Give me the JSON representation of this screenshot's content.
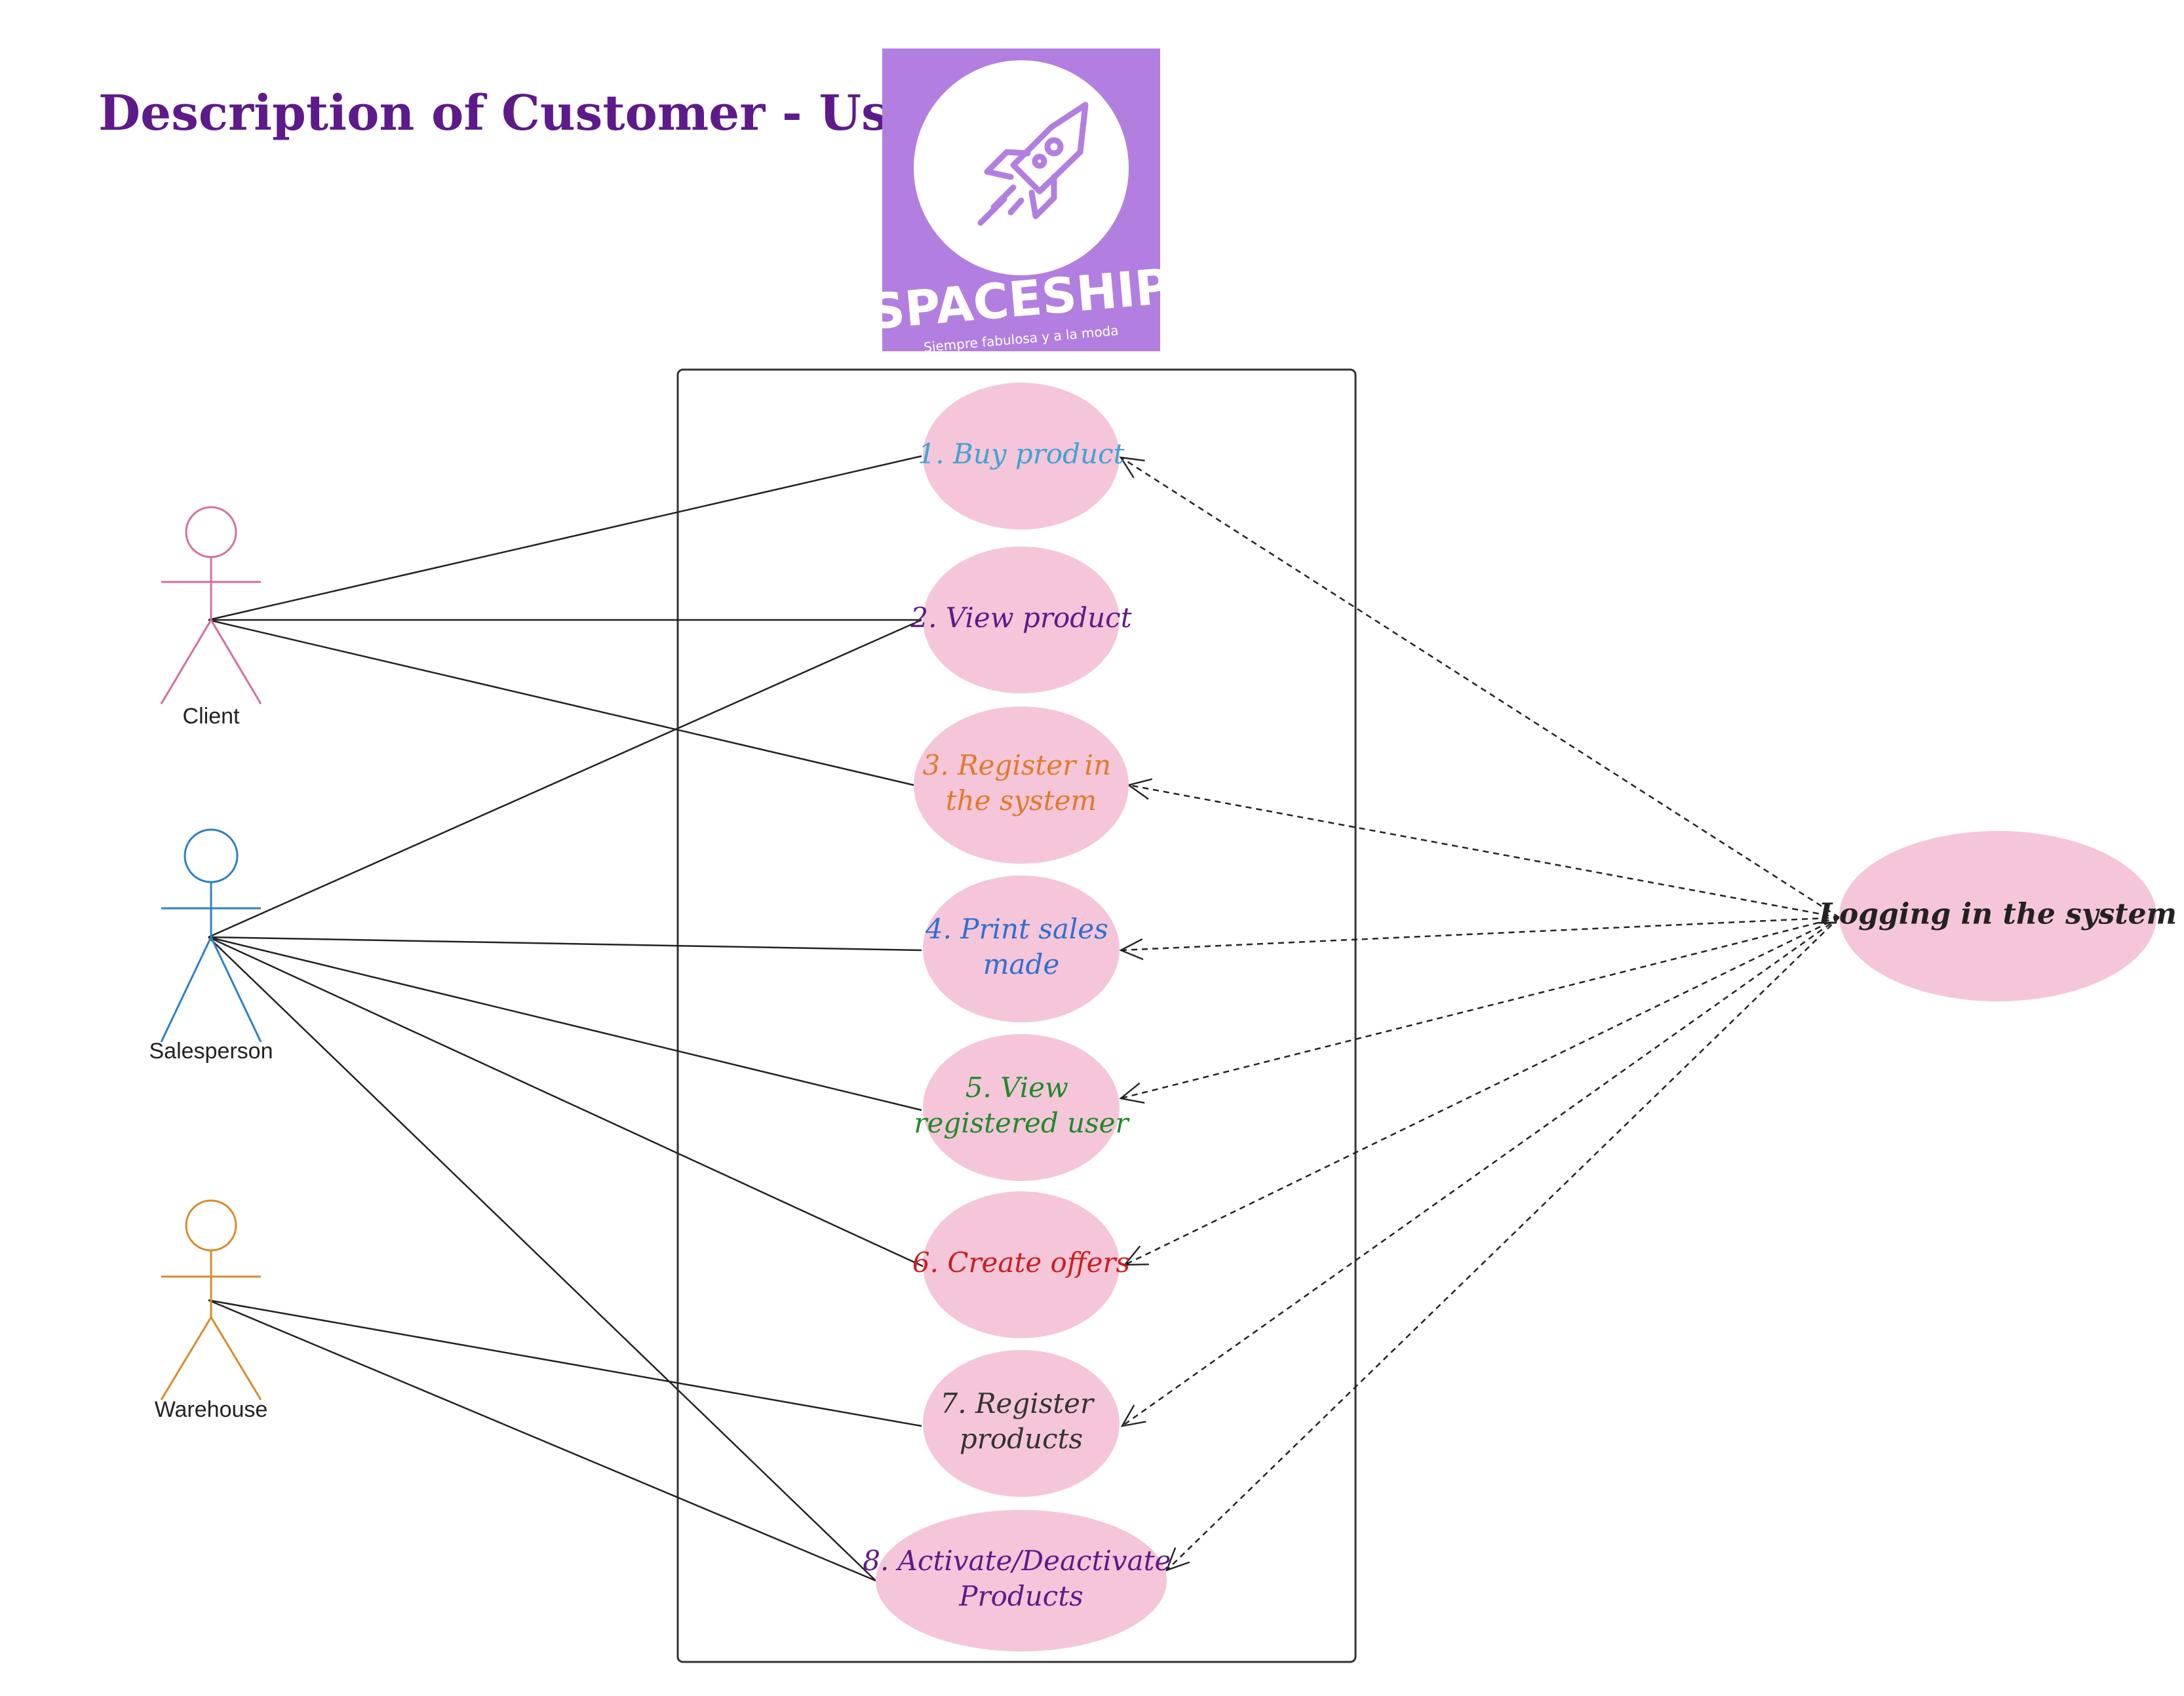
{
  "title": "Description of Customer - User",
  "logo": {
    "wordmark": "SPACESHIP",
    "tagline": "Siempre fabulosa y a la moda",
    "background": "#b27fe0"
  },
  "actors": [
    {
      "id": "client",
      "label": "Client",
      "color": "#d46ea0"
    },
    {
      "id": "salesperson",
      "label": "Salesperson",
      "color": "#2f7fc6"
    },
    {
      "id": "warehouse",
      "label": "Warehouse",
      "color": "#d98a2a"
    }
  ],
  "use_cases": [
    {
      "id": "uc1",
      "lines": [
        "1. Buy product"
      ],
      "color": "#3fa3d4",
      "italic": false
    },
    {
      "id": "uc2",
      "lines": [
        "2. View product"
      ],
      "color": "#5e1a8a",
      "italic": true
    },
    {
      "id": "uc3",
      "lines": [
        "3. Register in",
        "the system"
      ],
      "color": "#e07b2a",
      "italic": false
    },
    {
      "id": "uc4",
      "lines": [
        "4. Print sales",
        "made"
      ],
      "color": "#2f6fd1",
      "italic": true
    },
    {
      "id": "uc5",
      "lines": [
        "5. View",
        "registered user"
      ],
      "color": "#1f8a2a",
      "italic": true
    },
    {
      "id": "uc6",
      "lines": [
        "6. Create offers"
      ],
      "color": "#cc1d1d",
      "italic": true
    },
    {
      "id": "uc7",
      "lines": [
        "7. Register",
        "products"
      ],
      "color": "#333333",
      "italic": true
    },
    {
      "id": "uc8",
      "lines": [
        "8. Activate/Deactivate",
        "Products"
      ],
      "color": "#5e1a8a",
      "italic": true
    }
  ],
  "external_use_case": {
    "id": "login",
    "label": "Logging in the system",
    "color": "#222222"
  },
  "associations": [
    [
      "client",
      "uc1"
    ],
    [
      "client",
      "uc2"
    ],
    [
      "client",
      "uc3"
    ],
    [
      "salesperson",
      "uc2"
    ],
    [
      "salesperson",
      "uc4"
    ],
    [
      "salesperson",
      "uc5"
    ],
    [
      "salesperson",
      "uc6"
    ],
    [
      "salesperson",
      "uc8"
    ],
    [
      "warehouse",
      "uc7"
    ],
    [
      "warehouse",
      "uc8"
    ]
  ],
  "dependencies": [
    "uc1",
    "uc3",
    "uc4",
    "uc5",
    "uc6",
    "uc7",
    "uc8"
  ],
  "colors": {
    "ellipse_fill": "#f5c6d9",
    "line": "#222222"
  }
}
